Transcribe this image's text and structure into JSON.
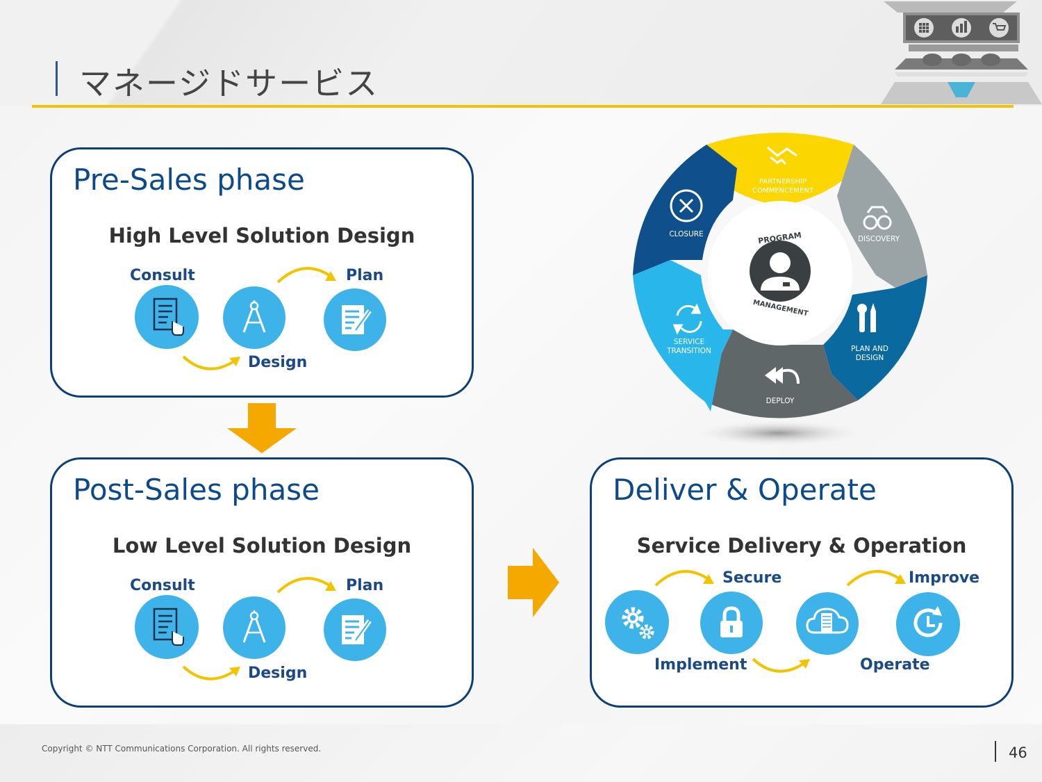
{
  "slide": {
    "title": "マネージドサービス",
    "copyright": "Copyright © NTT Communications Corporation. All rights reserved.",
    "page_number": "46"
  },
  "pre_sales": {
    "title": "Pre-Sales phase",
    "subtitle": "High Level Solution Design",
    "consult": "Consult",
    "plan": "Plan",
    "design": "Design"
  },
  "post_sales": {
    "title": "Post-Sales phase",
    "subtitle": "Low Level Solution Design",
    "consult": "Consult",
    "plan": "Plan",
    "design": "Design"
  },
  "deliver": {
    "title": "Deliver & Operate",
    "subtitle": "Service Delivery & Operation",
    "secure": "Secure",
    "improve": "Improve",
    "implement": "Implement",
    "operate": "Operate"
  },
  "wheel": {
    "center_top": "PROGRAM",
    "center_bottom": "MANAGEMENT",
    "partnership_1": "PARTNERSHIP",
    "partnership_2": "COMMENCEMENT",
    "discovery": "DISCOVERY",
    "plan_1": "PLAN AND",
    "plan_2": "DESIGN",
    "deploy": "DEPLOY",
    "transition_1": "SERVICE",
    "transition_2": "TRANSITION",
    "closure": "CLOSURE"
  },
  "colors": {
    "accent": "#f2c400",
    "navy": "#0c3e78",
    "icon_blue": "#3db3e9",
    "arrow_orange": "#f5a800"
  }
}
